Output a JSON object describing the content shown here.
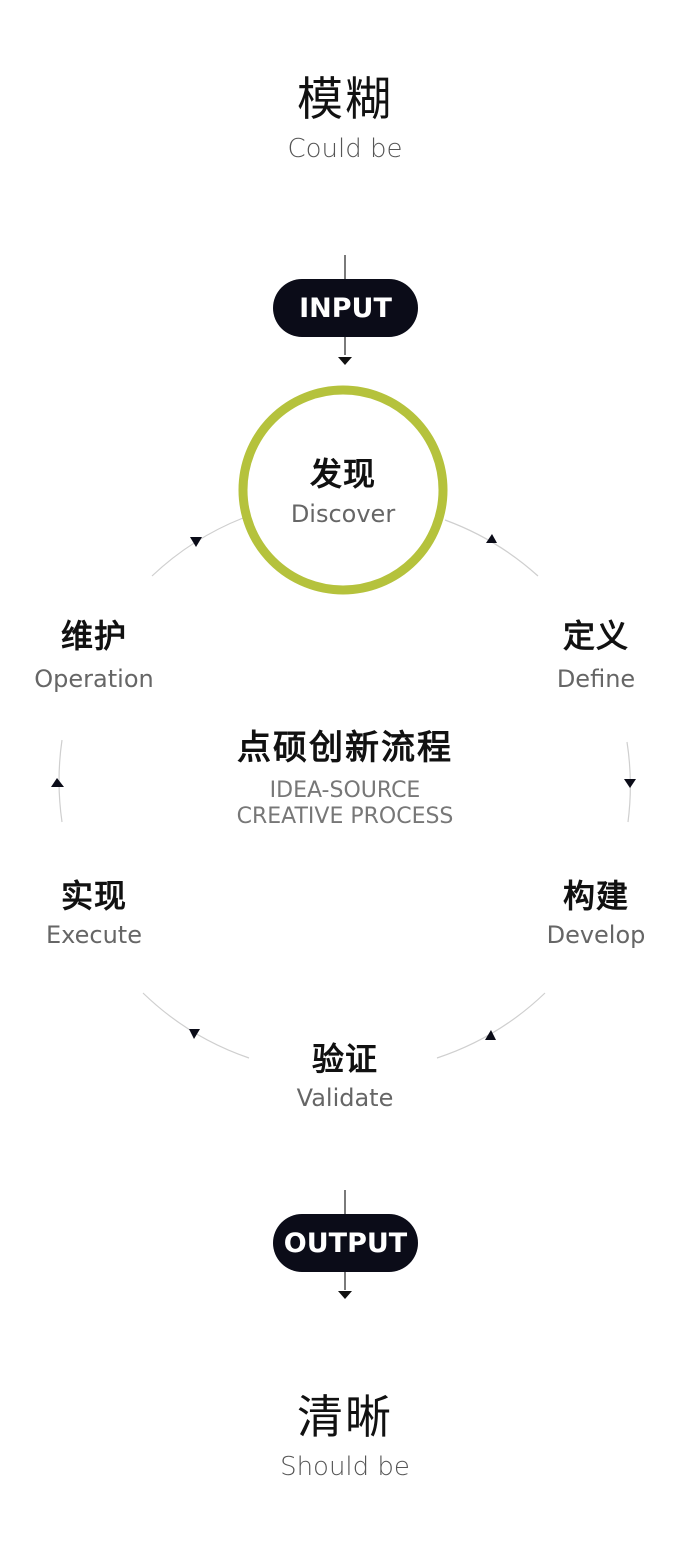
{
  "top": {
    "cn": "模糊",
    "en": "Could be"
  },
  "input_label": "INPUT",
  "discover": {
    "cn": "发现",
    "en": "Discover"
  },
  "define": {
    "cn": "定义",
    "en": "Define"
  },
  "develop": {
    "cn": "构建",
    "en": "Develop"
  },
  "validate": {
    "cn": "验证",
    "en": "Validate"
  },
  "execute": {
    "cn": "实现",
    "en": "Execute"
  },
  "operation": {
    "cn": "维护",
    "en": "Operation"
  },
  "center": {
    "title": "点硕创新流程",
    "sub_line1": "IDEA-SOURCE",
    "sub_line2": "CREATIVE PROCESS"
  },
  "output_label": "OUTPUT",
  "bottom": {
    "cn": "清晰",
    "en": "Should be"
  },
  "colors": {
    "accent": "#b5c23c",
    "pill_bg": "#0b0c18",
    "arc": "#cccccc"
  }
}
